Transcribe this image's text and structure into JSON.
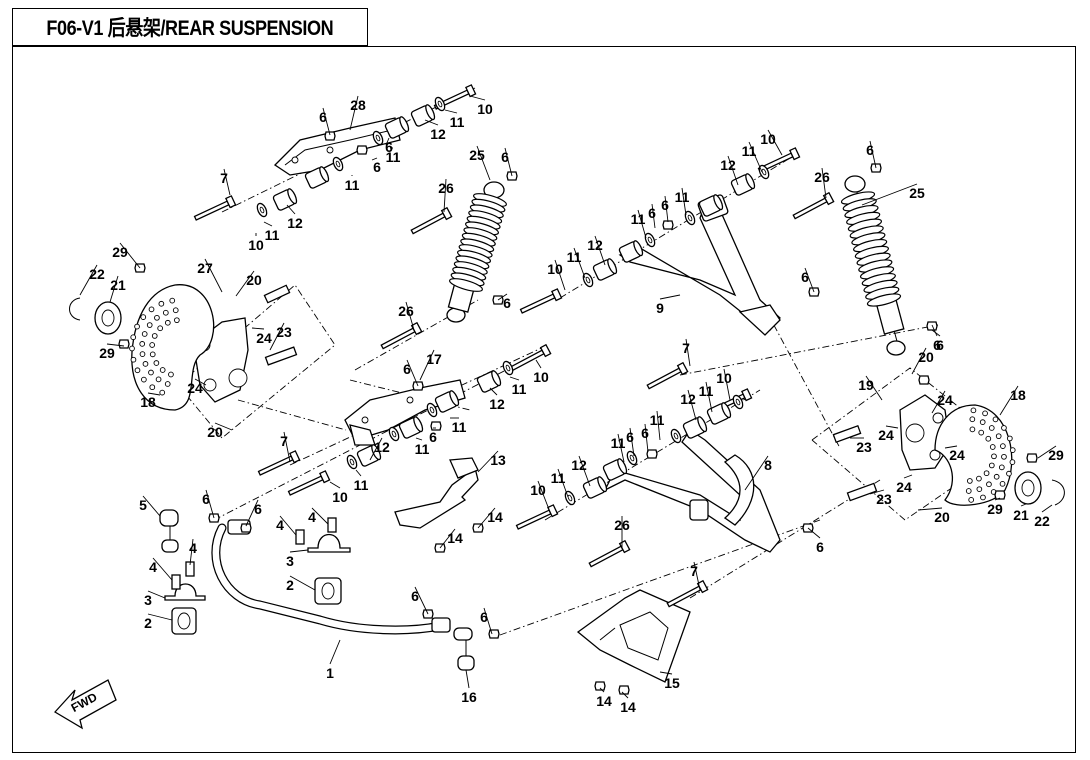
{
  "header": {
    "title": "F06-V1 后悬架/REAR SUSPENSION"
  },
  "fwd_marker": {
    "label": "FWD"
  },
  "callouts": [
    {
      "id": "c1",
      "label": "1"
    },
    {
      "id": "c2a",
      "label": "2"
    },
    {
      "id": "c2b",
      "label": "2"
    },
    {
      "id": "c3a",
      "label": "3"
    },
    {
      "id": "c3b",
      "label": "3"
    },
    {
      "id": "c4a",
      "label": "4"
    },
    {
      "id": "c4b",
      "label": "4"
    },
    {
      "id": "c4c",
      "label": "4"
    },
    {
      "id": "c4d",
      "label": "4"
    },
    {
      "id": "c5",
      "label": "5"
    },
    {
      "id": "c6a",
      "label": "6"
    },
    {
      "id": "c6b",
      "label": "6"
    },
    {
      "id": "c6c",
      "label": "6"
    },
    {
      "id": "c6d",
      "label": "6"
    },
    {
      "id": "c6e",
      "label": "6"
    },
    {
      "id": "c6f",
      "label": "6"
    },
    {
      "id": "c6g",
      "label": "6"
    },
    {
      "id": "c6h",
      "label": "6"
    },
    {
      "id": "c6i",
      "label": "6"
    },
    {
      "id": "c6j",
      "label": "6"
    },
    {
      "id": "c6k",
      "label": "6"
    },
    {
      "id": "c6l",
      "label": "6"
    },
    {
      "id": "c6m",
      "label": "6"
    },
    {
      "id": "c6n",
      "label": "6"
    },
    {
      "id": "c6o",
      "label": "6"
    },
    {
      "id": "c6p",
      "label": "6"
    },
    {
      "id": "c6q",
      "label": "6"
    },
    {
      "id": "c6r",
      "label": "6"
    },
    {
      "id": "c6s",
      "label": "6"
    },
    {
      "id": "c6t",
      "label": "6"
    },
    {
      "id": "c7a",
      "label": "7"
    },
    {
      "id": "c7b",
      "label": "7"
    },
    {
      "id": "c7c",
      "label": "7"
    },
    {
      "id": "c7d",
      "label": "7"
    },
    {
      "id": "c8",
      "label": "8"
    },
    {
      "id": "c9",
      "label": "9"
    },
    {
      "id": "c10a",
      "label": "10"
    },
    {
      "id": "c10b",
      "label": "10"
    },
    {
      "id": "c10c",
      "label": "10"
    },
    {
      "id": "c10d",
      "label": "10"
    },
    {
      "id": "c10e",
      "label": "10"
    },
    {
      "id": "c10f",
      "label": "10"
    },
    {
      "id": "c10g",
      "label": "10"
    },
    {
      "id": "c10h",
      "label": "10"
    },
    {
      "id": "c11a",
      "label": "11"
    },
    {
      "id": "c11b",
      "label": "11"
    },
    {
      "id": "c11c",
      "label": "11"
    },
    {
      "id": "c11d",
      "label": "11"
    },
    {
      "id": "c11e",
      "label": "11"
    },
    {
      "id": "c11f",
      "label": "11"
    },
    {
      "id": "c11g",
      "label": "11"
    },
    {
      "id": "c11h",
      "label": "11"
    },
    {
      "id": "c11i",
      "label": "11"
    },
    {
      "id": "c11j",
      "label": "11"
    },
    {
      "id": "c11k",
      "label": "11"
    },
    {
      "id": "c11l",
      "label": "11"
    },
    {
      "id": "c11m",
      "label": "11"
    },
    {
      "id": "c11n",
      "label": "11"
    },
    {
      "id": "c11o",
      "label": "11"
    },
    {
      "id": "c11p",
      "label": "11"
    },
    {
      "id": "c12a",
      "label": "12"
    },
    {
      "id": "c12b",
      "label": "12"
    },
    {
      "id": "c12c",
      "label": "12"
    },
    {
      "id": "c12d",
      "label": "12"
    },
    {
      "id": "c12e",
      "label": "12"
    },
    {
      "id": "c12f",
      "label": "12"
    },
    {
      "id": "c12g",
      "label": "12"
    },
    {
      "id": "c12h",
      "label": "12"
    },
    {
      "id": "c13",
      "label": "13"
    },
    {
      "id": "c14a",
      "label": "14"
    },
    {
      "id": "c14b",
      "label": "14"
    },
    {
      "id": "c14c",
      "label": "14"
    },
    {
      "id": "c14d",
      "label": "14"
    },
    {
      "id": "c15",
      "label": "15"
    },
    {
      "id": "c16",
      "label": "16"
    },
    {
      "id": "c17",
      "label": "17"
    },
    {
      "id": "c18a",
      "label": "18"
    },
    {
      "id": "c18b",
      "label": "18"
    },
    {
      "id": "c19",
      "label": "19"
    },
    {
      "id": "c20a",
      "label": "20"
    },
    {
      "id": "c20b",
      "label": "20"
    },
    {
      "id": "c20c",
      "label": "20"
    },
    {
      "id": "c20d",
      "label": "20"
    },
    {
      "id": "c21a",
      "label": "21"
    },
    {
      "id": "c21b",
      "label": "21"
    },
    {
      "id": "c22a",
      "label": "22"
    },
    {
      "id": "c22b",
      "label": "22"
    },
    {
      "id": "c23a",
      "label": "23"
    },
    {
      "id": "c23b",
      "label": "23"
    },
    {
      "id": "c23c",
      "label": "23"
    },
    {
      "id": "c24a",
      "label": "24"
    },
    {
      "id": "c24b",
      "label": "24"
    },
    {
      "id": "c24c",
      "label": "24"
    },
    {
      "id": "c24d",
      "label": "24"
    },
    {
      "id": "c24e",
      "label": "24"
    },
    {
      "id": "c24f",
      "label": "24"
    },
    {
      "id": "c25a",
      "label": "25"
    },
    {
      "id": "c25b",
      "label": "25"
    },
    {
      "id": "c26a",
      "label": "26"
    },
    {
      "id": "c26b",
      "label": "26"
    },
    {
      "id": "c26c",
      "label": "26"
    },
    {
      "id": "c26d",
      "label": "26"
    },
    {
      "id": "c27",
      "label": "27"
    },
    {
      "id": "c28",
      "label": "28"
    },
    {
      "id": "c29a",
      "label": "29"
    },
    {
      "id": "c29b",
      "label": "29"
    },
    {
      "id": "c29c",
      "label": "29"
    },
    {
      "id": "c29d",
      "label": "29"
    }
  ]
}
